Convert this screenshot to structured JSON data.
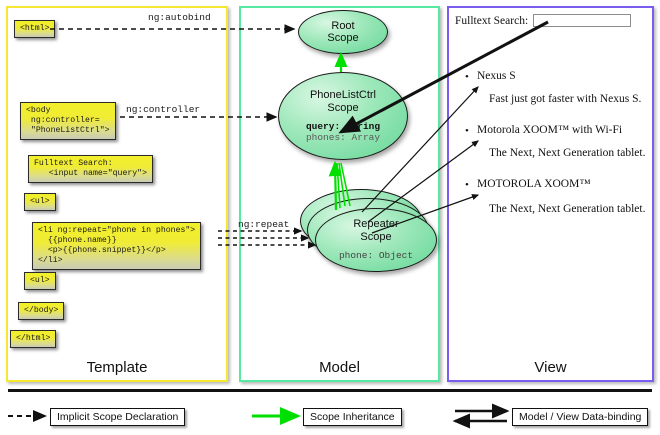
{
  "panels": {
    "template": {
      "title": "Template",
      "border_color": "#f5e732"
    },
    "model": {
      "title": "Model",
      "border_color": "#56e9a0"
    },
    "view": {
      "title": "View",
      "border_color": "#7b5cf0"
    }
  },
  "template_boxes": {
    "html_open": "<html>",
    "body_open": "<body\n ng:controller=\n \"PhoneListCtrl\">",
    "search": "Fulltext Search:\n   <input name=\"query\">",
    "ul_open": "<ul>",
    "li": "<li ng:repeat=\"phone in phones\">\n  {{phone.name}}\n  <p>{{phone.snippet}}</p>\n</li>",
    "ul_close": "<ul>",
    "body_close": "</body>",
    "html_close": "</html>"
  },
  "edge_labels": {
    "autobind": "ng:autobind",
    "controller": "ng:controller",
    "repeat": "ng:repeat"
  },
  "model": {
    "root_scope": {
      "line1": "Root",
      "line2": "Scope"
    },
    "ctrl_scope": {
      "line1": "PhoneListCtrl",
      "line2": "Scope",
      "var_query": "query: String",
      "var_phones": "phones: Array"
    },
    "repeater_scope": {
      "line1": "Repeater",
      "line2": "Scope",
      "var_phone": "phone: Object"
    }
  },
  "view": {
    "search_label": "Fulltext Search:",
    "search_value": "",
    "search_placeholder": "",
    "bullet": "•",
    "items": [
      {
        "name": "Nexus S",
        "desc": "Fast just got faster with Nexus S."
      },
      {
        "name": "Motorola XOOM™  with Wi-Fi",
        "desc": "The Next, Next Generation tablet."
      },
      {
        "name": "MOTOROLA XOOM™",
        "desc": "The Next, Next Generation tablet."
      }
    ]
  },
  "legend": {
    "implicit": "Implicit Scope Declaration",
    "inheritance": "Scope Inheritance",
    "databinding": "Model / View Data-binding",
    "inheritance_color": "#00e000",
    "implicit_color": "#000000",
    "databinding_color": "#000000"
  }
}
